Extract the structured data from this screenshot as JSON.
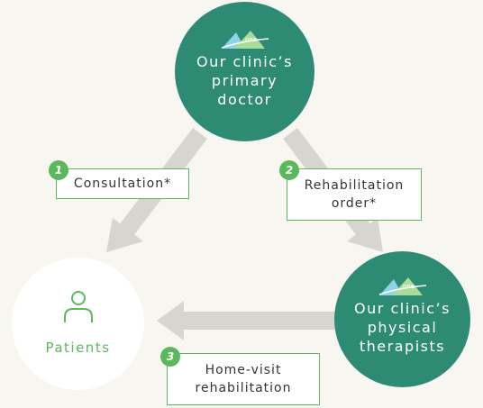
{
  "nodes": {
    "doctor": {
      "label": "Our clinic’s\nprimary\ndoctor",
      "logo": "clinic-logo-icon"
    },
    "therapists": {
      "label": "Our clinic’s\nphysical\ntherapists",
      "logo": "clinic-logo-icon"
    },
    "patients": {
      "label": "Patients",
      "icon": "person-icon"
    }
  },
  "steps": [
    {
      "number": "1",
      "label": "Consultation*"
    },
    {
      "number": "2",
      "label": "Rehabilitation\norder*"
    },
    {
      "number": "3",
      "label": "Home-visit\nrehabilitation"
    }
  ],
  "colors": {
    "background": "#f7f6f1",
    "node_fill": "#2e8b73",
    "accent_green": "#5cb85c",
    "arrow": "#d6d5d0"
  }
}
